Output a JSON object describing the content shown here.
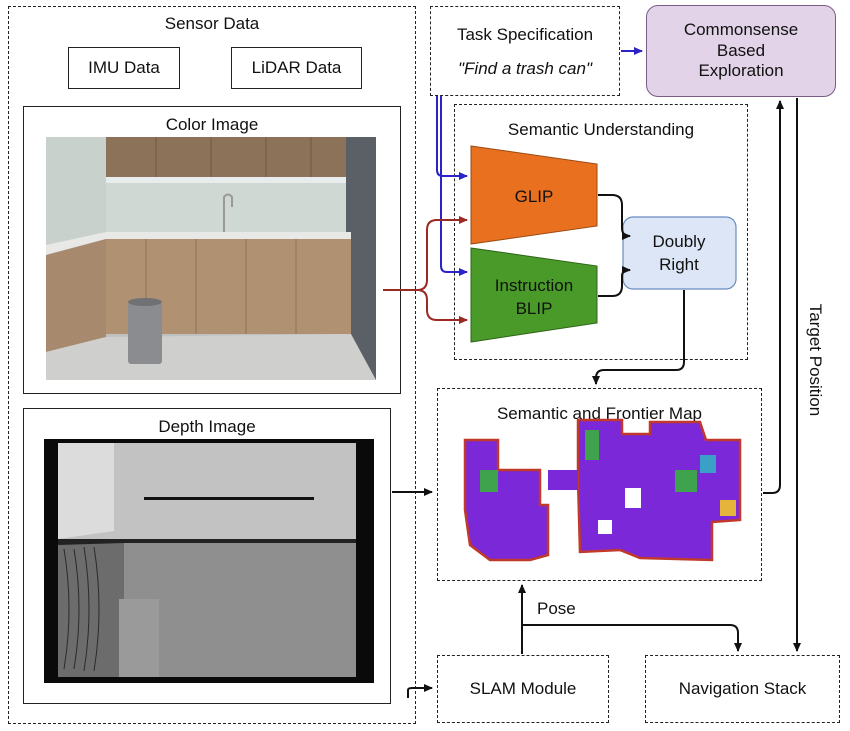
{
  "sensor_panel": {
    "title": "Sensor Data",
    "imu": "IMU Data",
    "lidar": "LiDAR Data"
  },
  "color_image": {
    "title": "Color Image"
  },
  "depth_image": {
    "title": "Depth Image"
  },
  "task": {
    "title": "Task Specification",
    "example": "\"Find a trash can\""
  },
  "commonsense": {
    "line1": "Commonsense",
    "line2": "Based",
    "line3": "Exploration"
  },
  "semantic": {
    "title": "Semantic Understanding",
    "glip": "GLIP",
    "blip_line1": "Instruction",
    "blip_line2": "BLIP",
    "doubly_line1": "Doubly",
    "doubly_line2": "Right"
  },
  "map": {
    "title": "Semantic and Frontier Map"
  },
  "slam": {
    "label": "SLAM Module"
  },
  "nav": {
    "label": "Navigation Stack"
  },
  "edges": {
    "pose": "Pose",
    "target": "Target Position"
  },
  "colors": {
    "glip": "#E8701F",
    "blip": "#4A9A2A",
    "doubly": "#DCE6F6",
    "commonsense": "#E2D3E8",
    "task_arrow": "#2B22C8",
    "image_arrow": "#9B2A22"
  }
}
